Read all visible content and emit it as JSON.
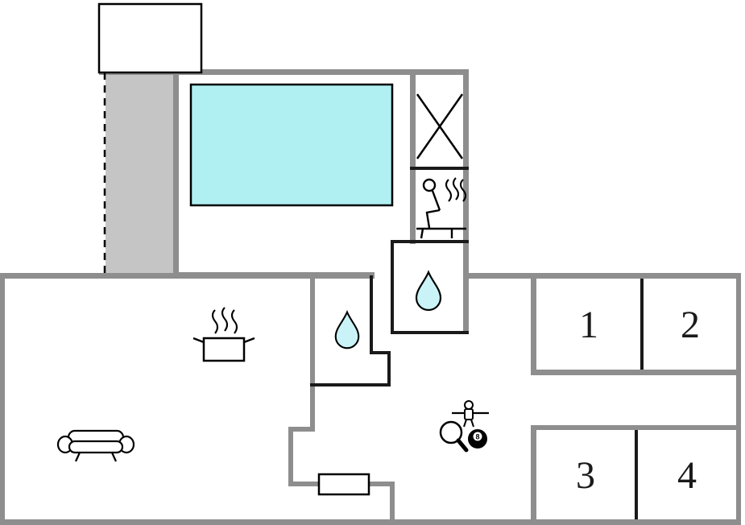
{
  "colors": {
    "wall": "#8e8e8e",
    "partition": "#1a1a1a",
    "terrace": "#c5c5c5",
    "pool": "#b0f0f3",
    "water_drop": "#c9f3f7",
    "ink": "#000000",
    "background": "#ffffff"
  },
  "rooms": {
    "bedroom1": {
      "label": "1"
    },
    "bedroom2": {
      "label": "2"
    },
    "bedroom3": {
      "label": "3"
    },
    "bedroom4": {
      "label": "4"
    }
  },
  "features": {
    "pool_icon": "swimming-pool",
    "shower_icon": "shower-cross",
    "sauna_icon": "sauna-person-with-heat",
    "bathroom_icon": "water-drop",
    "kitchen_icon": "cooking-pot-with-steam",
    "living_icon": "sofa",
    "entrance_icon": "door-step",
    "games": {
      "ball_label": "8",
      "icons": [
        "table-tennis-paddle",
        "billiard-8-ball",
        "foosball-player"
      ]
    }
  }
}
